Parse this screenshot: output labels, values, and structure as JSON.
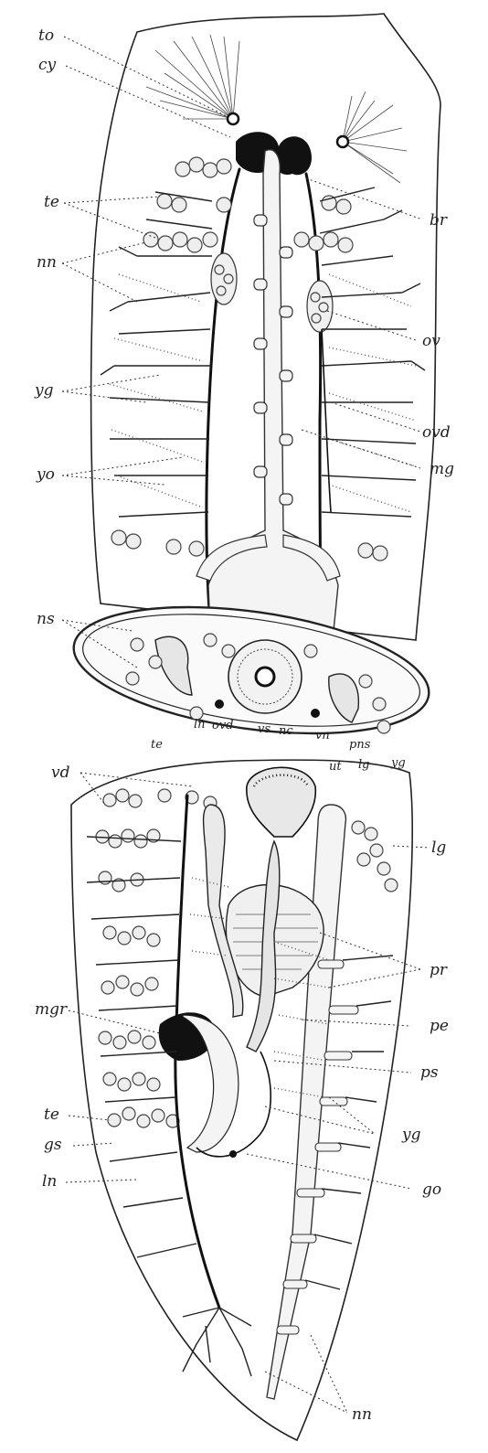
{
  "labels": {
    "to": "to",
    "cy": "cy",
    "te_1": "te",
    "nn_1": "nn",
    "yg_1": "yg",
    "yo": "yo",
    "ns": "ns",
    "te_2": "te",
    "vd": "vd",
    "mgr": "mgr",
    "te_3": "te",
    "gs": "gs",
    "ln_1": "ln",
    "br": "br",
    "ov": "ov",
    "ovd": "ovd",
    "mg": "mg",
    "lg": "lg",
    "pr": "pr",
    "pe": "pe",
    "ps": "ps",
    "yg_2": "yg",
    "go": "go",
    "nn_2": "nn",
    "section_ln": "ln",
    "section_ovd": "ovd",
    "section_vs": "vs",
    "section_nc": "nc",
    "section_vn": "vn",
    "section_pns": "pns",
    "section_ut": "ut",
    "section_lg": "lg",
    "section_yg": "yg"
  },
  "colors": {
    "ink": "#111111",
    "paper": "#ffffff",
    "fill": "#f4f4f4"
  }
}
